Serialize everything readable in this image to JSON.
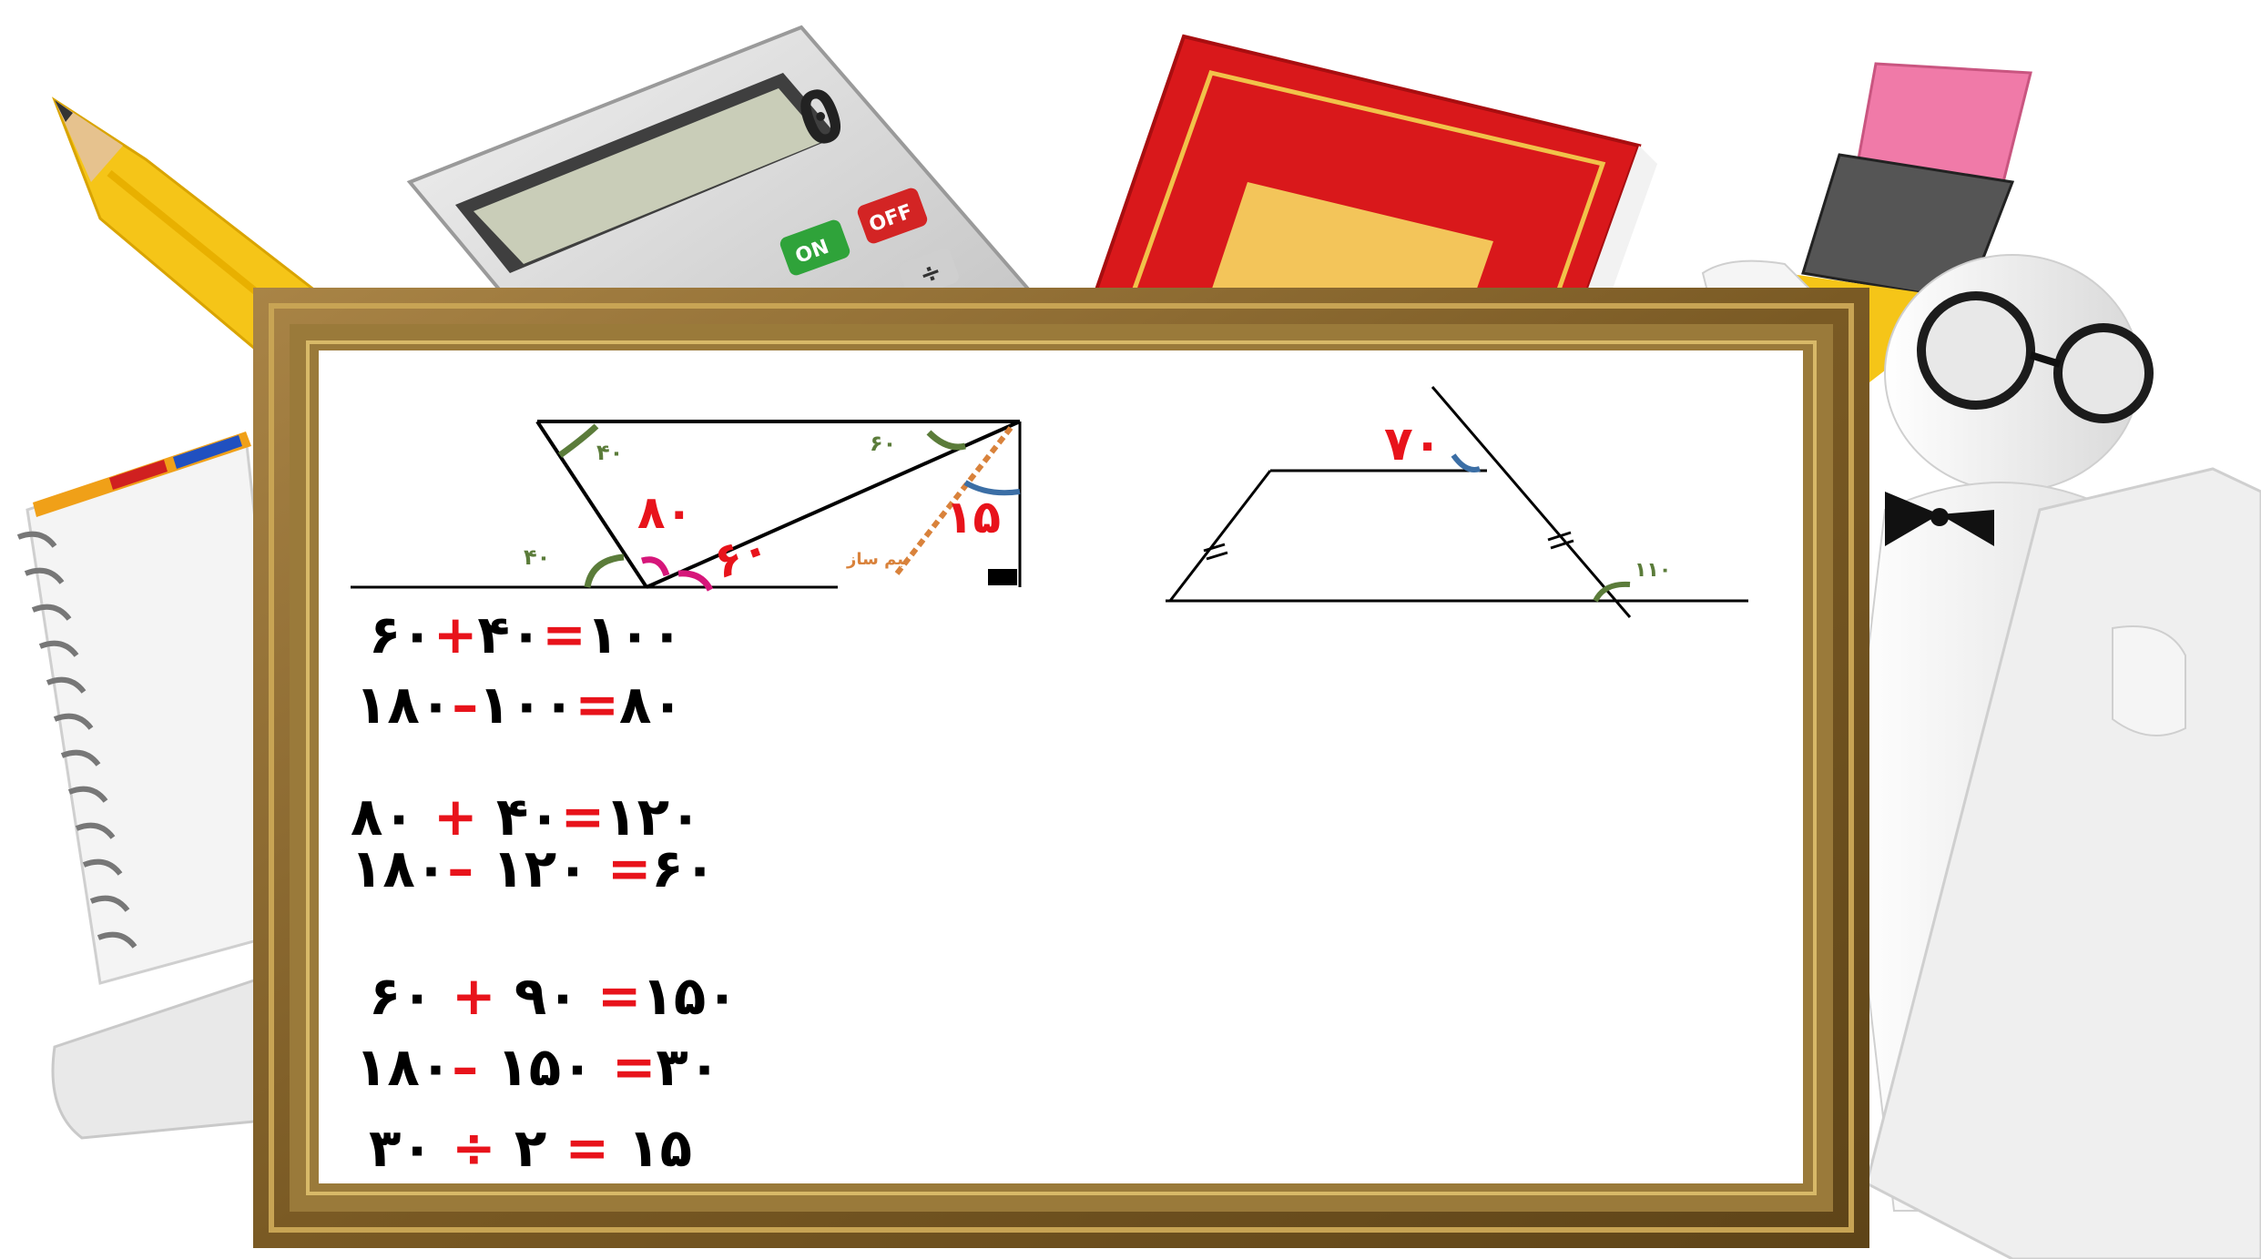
{
  "colors": {
    "frame_wood": "#8a6a2e",
    "frame_gold": "#c8a454",
    "operator_red": "#e8131b",
    "angle_green": "#5b7c3a",
    "angle_blue": "#3b6ea5",
    "angle_magenta": "#d6167a",
    "ruler_orange": "#d9823b"
  },
  "calculator": {
    "display": "0",
    "on_label": "ON",
    "off_label": "OFF",
    "divide_key": "÷"
  },
  "figure_left": {
    "angle_top_left": "۴۰",
    "angle_top_right": "۶۰",
    "angle_bottom_left": "۴۰",
    "angle_apex": "۸۰",
    "angle_base": "۶۰",
    "angle_right": "۱۵",
    "protractor_label": "نیم ساز"
  },
  "figure_right": {
    "angle_top": "۷۰",
    "angle_bottom_right": "۱۱۰"
  },
  "equations": [
    {
      "a": "۶۰",
      "op": "+",
      "b": "۴۰",
      "eq": "=",
      "r": "۱۰۰"
    },
    {
      "a": "۱۸۰",
      "op": "–",
      "b": "۱۰۰",
      "eq": "=",
      "r": "۸۰"
    },
    {
      "a": "۸۰",
      "op": "+",
      "b": "۴۰",
      "eq": "=",
      "r": "۱۲۰"
    },
    {
      "a": "۱۸۰",
      "op": "–",
      "b": "۱۲۰",
      "eq": "=",
      "r": "۶۰"
    },
    {
      "a": "۶۰",
      "op": "+",
      "b": "۹۰",
      "eq": "=",
      "r": "۱۵۰"
    },
    {
      "a": "۱۸۰",
      "op": "–",
      "b": "۱۵۰",
      "eq": "=",
      "r": "۳۰"
    },
    {
      "a": "۳۰",
      "op": "÷",
      "b": "۲",
      "eq": "=",
      "r": "۱۵"
    }
  ]
}
